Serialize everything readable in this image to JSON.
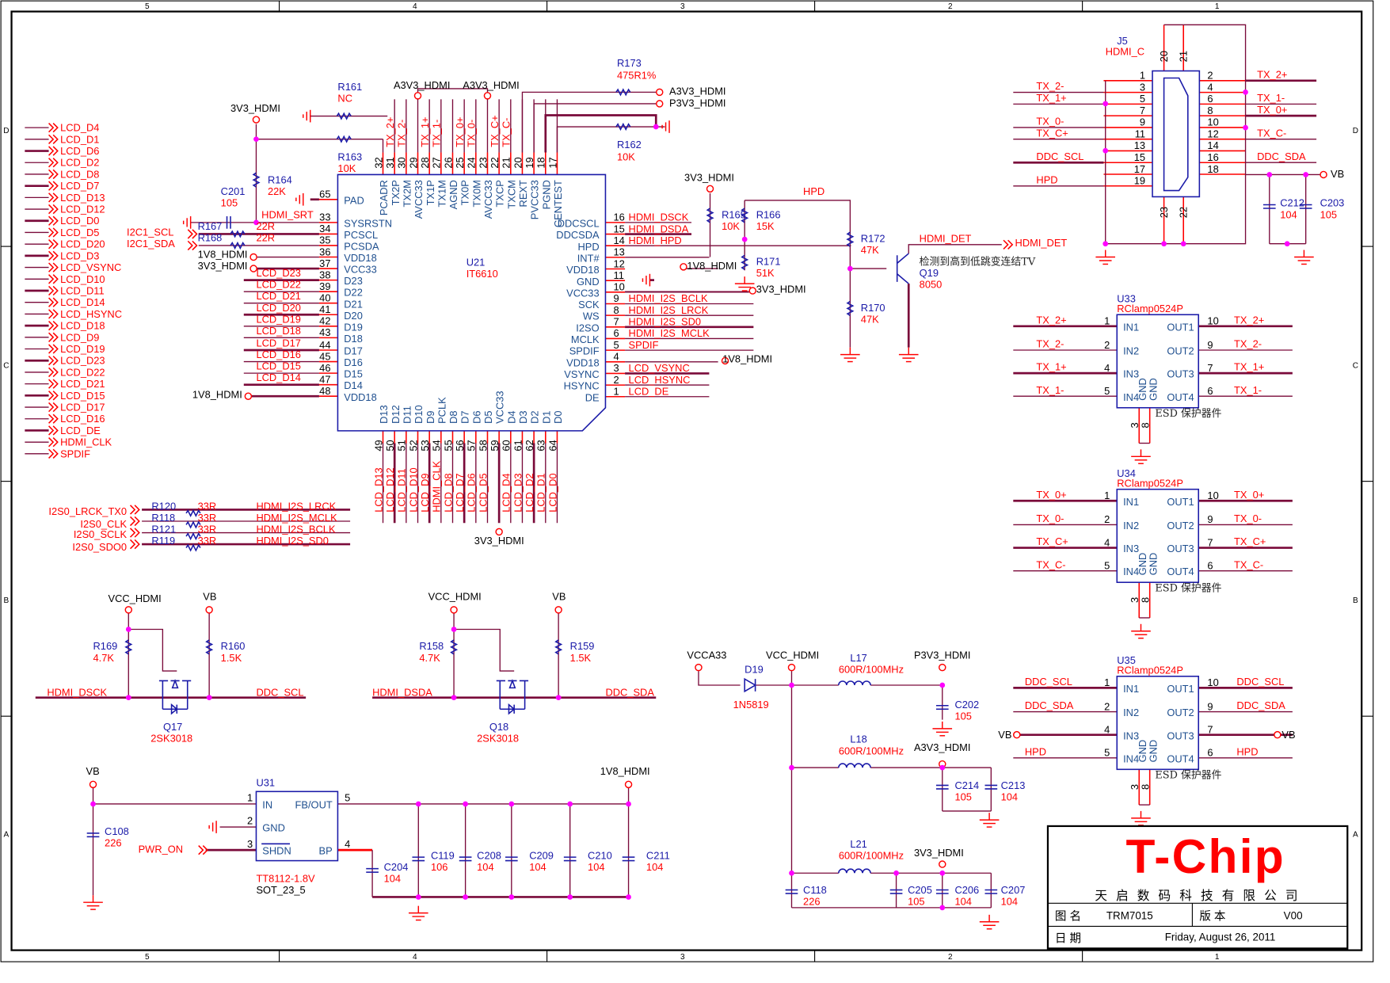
{
  "border": {
    "cols": [
      "5",
      "4",
      "3",
      "2",
      "1"
    ],
    "rows": [
      "D",
      "C",
      "B",
      "A"
    ]
  },
  "title_block": {
    "logo": "T-Chip",
    "company": "天 启 数 码 科 技 有 限 公 司",
    "drawing_name_label": "图 名",
    "drawing_name": "TRM7015",
    "version_label": "版 本",
    "version": "V00",
    "date_label": "日 期",
    "date": "Friday, August 26, 2011"
  },
  "lcd_port_labels": [
    "LCD_D4",
    "LCD_D1",
    "LCD_D6",
    "LCD_D2",
    "LCD_D8",
    "LCD_D7",
    "LCD_D13",
    "LCD_D12",
    "LCD_D0",
    "LCD_D5",
    "LCD_D20",
    "LCD_D3",
    "LCD_VSYNC",
    "LCD_D10",
    "LCD_D11",
    "LCD_D14",
    "LCD_HSYNC",
    "LCD_D18",
    "LCD_D9",
    "LCD_D19",
    "LCD_D23",
    "LCD_D22",
    "LCD_D21",
    "LCD_D15",
    "LCD_D17",
    "LCD_D16",
    "LCD_DE",
    "HDMI_CLK",
    "SPDIF"
  ],
  "u21": {
    "ref": "U21",
    "part": "IT6610",
    "left_pins": [
      {
        "num": "65",
        "name": "PAD",
        "net": ""
      },
      {
        "num": "33",
        "name": "SYSRSTN",
        "net": "HDMI_SRT"
      },
      {
        "num": "34",
        "name": "PCSCL",
        "net": ""
      },
      {
        "num": "35",
        "name": "PCSDA",
        "net": ""
      },
      {
        "num": "36",
        "name": "VDD18",
        "net": ""
      },
      {
        "num": "37",
        "name": "VCC33",
        "net": ""
      },
      {
        "num": "38",
        "name": "D23",
        "net": "LCD_D23"
      },
      {
        "num": "39",
        "name": "D22",
        "net": "LCD_D22"
      },
      {
        "num": "40",
        "name": "D21",
        "net": "LCD_D21"
      },
      {
        "num": "41",
        "name": "D20",
        "net": "LCD_D20"
      },
      {
        "num": "42",
        "name": "D19",
        "net": "LCD_D19"
      },
      {
        "num": "43",
        "name": "D18",
        "net": "LCD_D18"
      },
      {
        "num": "44",
        "name": "D17",
        "net": "LCD_D17"
      },
      {
        "num": "45",
        "name": "D16",
        "net": "LCD_D16"
      },
      {
        "num": "46",
        "name": "D15",
        "net": "LCD_D15"
      },
      {
        "num": "47",
        "name": "D14",
        "net": "LCD_D14"
      },
      {
        "num": "48",
        "name": "VDD18",
        "net": ""
      }
    ],
    "top_pins": [
      {
        "num": "32",
        "name": "PCADR",
        "net": ""
      },
      {
        "num": "31",
        "name": "TX2P",
        "net": "TX_2+"
      },
      {
        "num": "30",
        "name": "TX2M",
        "net": "TX_2-"
      },
      {
        "num": "29",
        "name": "AVCC33",
        "net": ""
      },
      {
        "num": "28",
        "name": "TX1P",
        "net": "TX_1+"
      },
      {
        "num": "27",
        "name": "TX1M",
        "net": "TX_1-"
      },
      {
        "num": "26",
        "name": "AGND",
        "net": ""
      },
      {
        "num": "25",
        "name": "TX0P",
        "net": "TX_0+"
      },
      {
        "num": "24",
        "name": "TX0M",
        "net": "TX_0-"
      },
      {
        "num": "23",
        "name": "AVCC33",
        "net": ""
      },
      {
        "num": "22",
        "name": "TXCP",
        "net": "TX_C+"
      },
      {
        "num": "21",
        "name": "TXCM",
        "net": "TX_C-"
      },
      {
        "num": "20",
        "name": "REXT",
        "net": ""
      },
      {
        "num": "19",
        "name": "PVCC33",
        "net": ""
      },
      {
        "num": "18",
        "name": "PGND",
        "net": ""
      },
      {
        "num": "17",
        "name": "CENTEST",
        "net": ""
      }
    ],
    "right_pins": [
      {
        "num": "16",
        "name": "DDCSCL",
        "net": "HDMI_DSCK"
      },
      {
        "num": "15",
        "name": "DDCSDA",
        "net": "HDMI_DSDA"
      },
      {
        "num": "14",
        "name": "HPD",
        "net": "HDMI_HPD"
      },
      {
        "num": "13",
        "name": "INT#",
        "net": ""
      },
      {
        "num": "12",
        "name": "VDD18",
        "net": ""
      },
      {
        "num": "11",
        "name": "GND",
        "net": ""
      },
      {
        "num": "10",
        "name": "VCC33",
        "net": ""
      },
      {
        "num": "9",
        "name": "SCK",
        "net": "HDMI_I2S_BCLK"
      },
      {
        "num": "8",
        "name": "WS",
        "net": "HDMI_I2S_LRCK"
      },
      {
        "num": "7",
        "name": "I2SO",
        "net": "HDMI_I2S_SD0"
      },
      {
        "num": "6",
        "name": "MCLK",
        "net": "HDMI_I2S_MCLK"
      },
      {
        "num": "5",
        "name": "SPDIF",
        "net": "SPDIF"
      },
      {
        "num": "4",
        "name": "VDD18",
        "net": ""
      },
      {
        "num": "3",
        "name": "VSYNC",
        "net": "LCD_VSYNC"
      },
      {
        "num": "2",
        "name": "HSYNC",
        "net": "LCD_HSYNC"
      },
      {
        "num": "1",
        "name": "DE",
        "net": "LCD_DE"
      }
    ],
    "bottom_pins": [
      {
        "num": "49",
        "name": "D13",
        "net": "LCD_D13"
      },
      {
        "num": "50",
        "name": "D12",
        "net": "LCD_D12"
      },
      {
        "num": "51",
        "name": "D11",
        "net": "LCD_D11"
      },
      {
        "num": "52",
        "name": "D10",
        "net": "LCD_D10"
      },
      {
        "num": "53",
        "name": "D9",
        "net": "LCD_D9"
      },
      {
        "num": "54",
        "name": "PCLK",
        "net": "HDMI_CLK"
      },
      {
        "num": "55",
        "name": "D8",
        "net": "LCD_D8"
      },
      {
        "num": "56",
        "name": "D7",
        "net": "LCD_D7"
      },
      {
        "num": "57",
        "name": "D6",
        "net": "LCD_D6"
      },
      {
        "num": "58",
        "name": "D5",
        "net": "LCD_D5"
      },
      {
        "num": "59",
        "name": "VCC33",
        "net": ""
      },
      {
        "num": "60",
        "name": "D4",
        "net": "LCD_D4"
      },
      {
        "num": "61",
        "name": "D3",
        "net": "LCD_D3"
      },
      {
        "num": "62",
        "name": "D2",
        "net": "LCD_D2"
      },
      {
        "num": "63",
        "name": "D1",
        "net": "LCD_D1"
      },
      {
        "num": "64",
        "name": "D0",
        "net": "LCD_D0"
      }
    ]
  },
  "components": [
    {
      "ref": "R161",
      "value": "NC"
    },
    {
      "ref": "R163",
      "value": "10K"
    },
    {
      "ref": "R164",
      "value": "22K"
    },
    {
      "ref": "C201",
      "value": "105"
    },
    {
      "ref": "R167",
      "value": "22R"
    },
    {
      "ref": "R168",
      "value": "22R"
    },
    {
      "ref": "R173",
      "value": "475R1%"
    },
    {
      "ref": "R162",
      "value": "10K"
    },
    {
      "ref": "R165",
      "value": "10K"
    },
    {
      "ref": "R166",
      "value": "15K"
    },
    {
      "ref": "R171",
      "value": "51K"
    },
    {
      "ref": "R172",
      "value": "47K"
    },
    {
      "ref": "R170",
      "value": "47K"
    },
    {
      "ref": "Q19",
      "value": "8050"
    },
    {
      "ref": "J5",
      "value": "HDMI_C"
    },
    {
      "ref": "C212",
      "value": "104"
    },
    {
      "ref": "C203",
      "value": "105"
    },
    {
      "ref": "U33",
      "value": "RClamp0524P"
    },
    {
      "ref": "U34",
      "value": "RClamp0524P"
    },
    {
      "ref": "U35",
      "value": "RClamp0524P"
    },
    {
      "ref": "R120",
      "value": "33R"
    },
    {
      "ref": "R118",
      "value": "33R"
    },
    {
      "ref": "R121",
      "value": "33R"
    },
    {
      "ref": "R119",
      "value": "33R"
    },
    {
      "ref": "R169",
      "value": "4.7K"
    },
    {
      "ref": "R160",
      "value": "1.5K"
    },
    {
      "ref": "Q17",
      "value": "2SK3018"
    },
    {
      "ref": "R158",
      "value": "4.7K"
    },
    {
      "ref": "R159",
      "value": "1.5K"
    },
    {
      "ref": "Q18",
      "value": "2SK3018"
    },
    {
      "ref": "D19",
      "value": "1N5819"
    },
    {
      "ref": "L17",
      "value": "600R/100MHz"
    },
    {
      "ref": "L18",
      "value": "600R/100MHz"
    },
    {
      "ref": "L21",
      "value": "600R/100MHz"
    },
    {
      "ref": "C202",
      "value": "105"
    },
    {
      "ref": "C214",
      "value": "105"
    },
    {
      "ref": "C213",
      "value": "104"
    },
    {
      "ref": "C118",
      "value": "226"
    },
    {
      "ref": "C205",
      "value": "105"
    },
    {
      "ref": "C206",
      "value": "104"
    },
    {
      "ref": "C207",
      "value": "104"
    },
    {
      "ref": "U31",
      "value": "TT8112-1.8V"
    },
    {
      "ref": "C108",
      "value": "226"
    },
    {
      "ref": "C204",
      "value": "104"
    },
    {
      "ref": "C119",
      "value": "106"
    },
    {
      "ref": "C208",
      "value": "104"
    },
    {
      "ref": "C209",
      "value": "104"
    },
    {
      "ref": "C210",
      "value": "104"
    },
    {
      "ref": "C211",
      "value": "104"
    }
  ],
  "u31_package": "SOT_23_5",
  "u31_pins": [
    {
      "num": "1",
      "name": "IN"
    },
    {
      "num": "5",
      "name": "FB/OUT"
    },
    {
      "num": "2",
      "name": "GND"
    },
    {
      "num": "3",
      "name": "SHDN"
    },
    {
      "num": "4",
      "name": "BP"
    }
  ],
  "power_labels": [
    "3V3_HDMI",
    "A3V3_HDMI",
    "A3V3_HDMI",
    "A3V3_HDMI",
    "P3V3_HDMI",
    "3V3_HDMI",
    "1V8_HDMI",
    "3V3_HDMI",
    "1V8_HDMI",
    "1V8_HDMI",
    "3V3_HDMI",
    "1V8_HDMI",
    "3V3_HDMI",
    "VB",
    "VCC_HDMI",
    "VB",
    "VCC_HDMI",
    "VB",
    "VCCA33",
    "VCC_HDMI",
    "P3V3_HDMI",
    "A3V3_HDMI",
    "3V3_HDMI",
    "VB",
    "VB",
    "VB",
    "1V8_HDMI"
  ],
  "net_labels": [
    "I2C1_SCL",
    "I2C1_SDA",
    "HPD",
    "HDMI_DET",
    "HDMI_DET",
    "I2S0_LRCK_TX0",
    "I2S0_CLK",
    "I2S0_SCLK",
    "I2S0_SDO0",
    "HDMI_I2S_LRCK",
    "HDMI_I2S_MCLK",
    "HDMI_I2S_BCLK",
    "HDMI_I2S_SD0",
    "HDMI_DSCK",
    "DDC_SCL",
    "HDMI_DSDA",
    "DDC_SDA",
    "PWR_ON"
  ],
  "hdmi_connector": {
    "left_pins": [
      {
        "num": "1",
        "net": ""
      },
      {
        "num": "3",
        "net": "TX_2-"
      },
      {
        "num": "5",
        "net": "TX_1+"
      },
      {
        "num": "7",
        "net": ""
      },
      {
        "num": "9",
        "net": "TX_0-"
      },
      {
        "num": "11",
        "net": "TX_C+"
      },
      {
        "num": "13",
        "net": ""
      },
      {
        "num": "15",
        "net": "DDC_SCL"
      },
      {
        "num": "17",
        "net": ""
      },
      {
        "num": "19",
        "net": "HPD"
      }
    ],
    "right_pins": [
      {
        "num": "2",
        "net": "TX_2+"
      },
      {
        "num": "4",
        "net": ""
      },
      {
        "num": "6",
        "net": "TX_1-"
      },
      {
        "num": "8",
        "net": "TX_0+"
      },
      {
        "num": "10",
        "net": ""
      },
      {
        "num": "12",
        "net": "TX_C-"
      },
      {
        "num": "14",
        "net": ""
      },
      {
        "num": "16",
        "net": "DDC_SDA"
      },
      {
        "num": "18",
        "net": ""
      }
    ],
    "shield_pins": [
      "20",
      "21",
      "23",
      "22"
    ]
  },
  "esd_chips": [
    {
      "in_nets": [
        "TX_2+",
        "TX_2-",
        "TX_1+",
        "TX_1-"
      ],
      "out_nets": [
        "TX_2+",
        "TX_2-",
        "TX_1+",
        "TX_1-"
      ]
    },
    {
      "in_nets": [
        "TX_0+",
        "TX_0-",
        "TX_C+",
        "TX_C-"
      ],
      "out_nets": [
        "TX_0+",
        "TX_0-",
        "TX_C+",
        "TX_C-"
      ]
    },
    {
      "in_nets": [
        "DDC_SCL",
        "DDC_SDA",
        "VB",
        "HPD"
      ],
      "out_nets": [
        "DDC_SCL",
        "DDC_SDA",
        "VB",
        "HPD"
      ]
    }
  ],
  "esd_pin_names": {
    "in": [
      "IN1",
      "IN2",
      "IN3",
      "IN4"
    ],
    "out": [
      "OUT1",
      "OUT2",
      "OUT3",
      "OUT4"
    ],
    "gnd": [
      "GND",
      "GND"
    ]
  },
  "esd_pin_numbers": {
    "in": [
      "1",
      "2",
      "4",
      "5"
    ],
    "out": [
      "10",
      "9",
      "7",
      "6"
    ],
    "gnd": [
      "3",
      "8"
    ]
  },
  "notes": {
    "q19_note": "检测到高到低跳变连结TV",
    "esd_note": "ESD 保护器件"
  }
}
